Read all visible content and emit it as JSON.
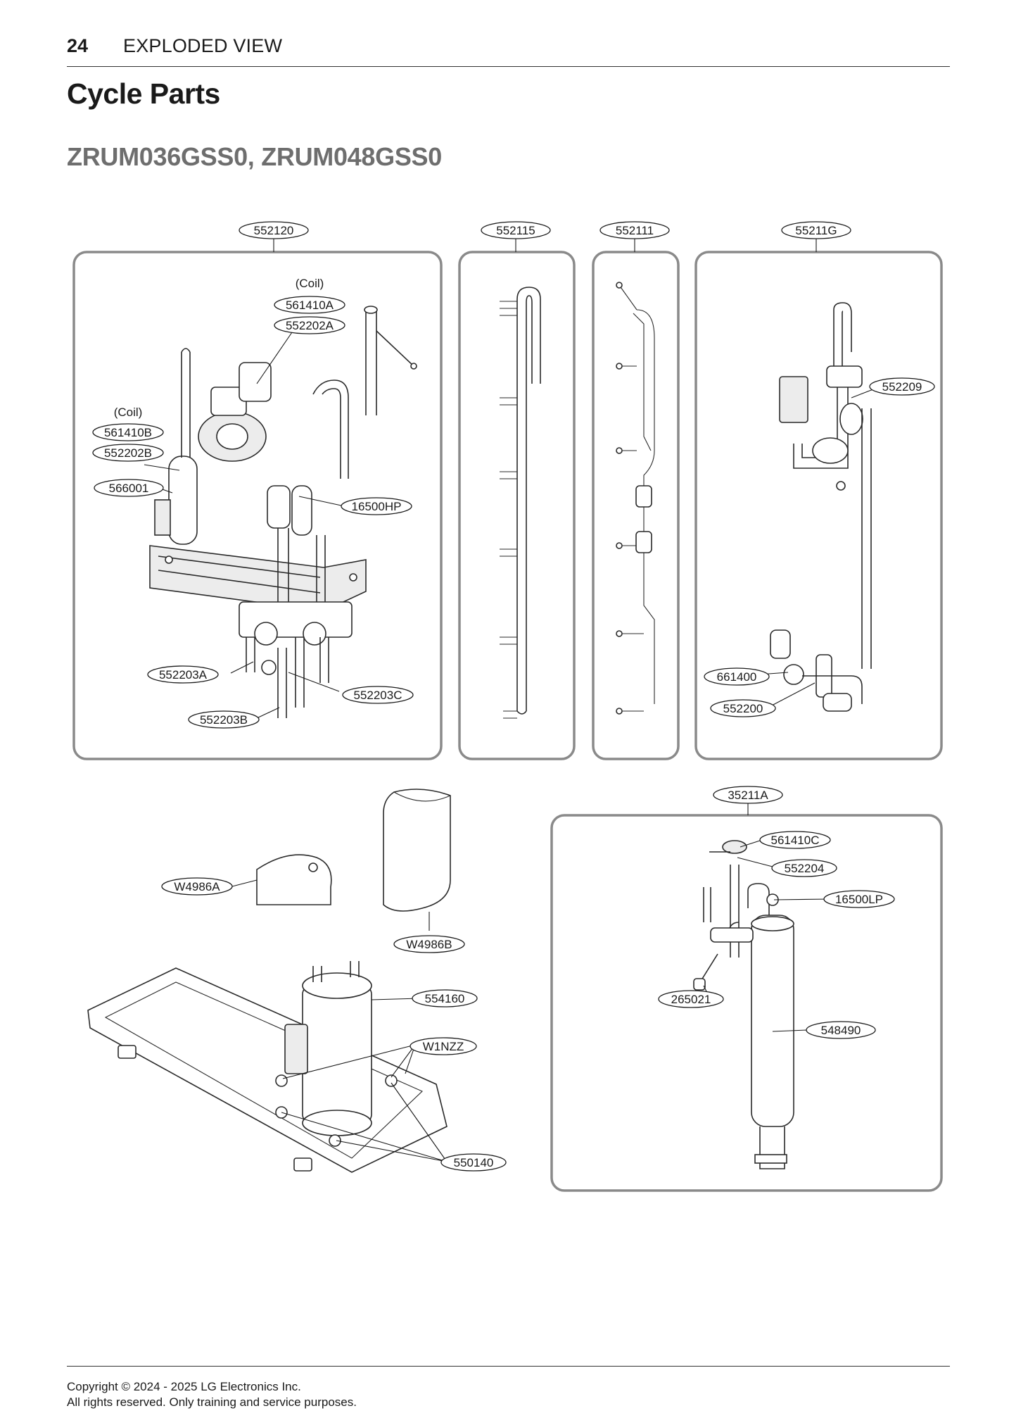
{
  "header": {
    "page_number": "24",
    "section": "EXPLODED VIEW"
  },
  "title": "Cycle Parts",
  "models": "ZRUM036GSS0, ZRUM048GSS0",
  "coil_note": "(Coil)",
  "labels": {
    "p552120": "552120",
    "p552115": "552115",
    "p552111": "552111",
    "p55211G": "55211G",
    "p561410A": "561410A",
    "p552202A": "552202A",
    "p561410B": "561410B",
    "p552202B": "552202B",
    "p566001": "566001",
    "p16500HP": "16500HP",
    "p552203A": "552203A",
    "p552203C": "552203C",
    "p552203B": "552203B",
    "p552209": "552209",
    "p661400": "661400",
    "p552200": "552200",
    "p35211A": "35211A",
    "p561410C": "561410C",
    "p552204": "552204",
    "p16500LP": "16500LP",
    "p265021": "265021",
    "p548490": "548490",
    "pW4986A": "W4986A",
    "pW4986B": "W4986B",
    "p554160": "554160",
    "pW1NZZ": "W1NZZ",
    "p550140": "550140"
  },
  "footer": {
    "copyright": "Copyright © 2024 - 2025 LG Electronics Inc.",
    "rights": "All rights reserved. Only training and service purposes."
  }
}
